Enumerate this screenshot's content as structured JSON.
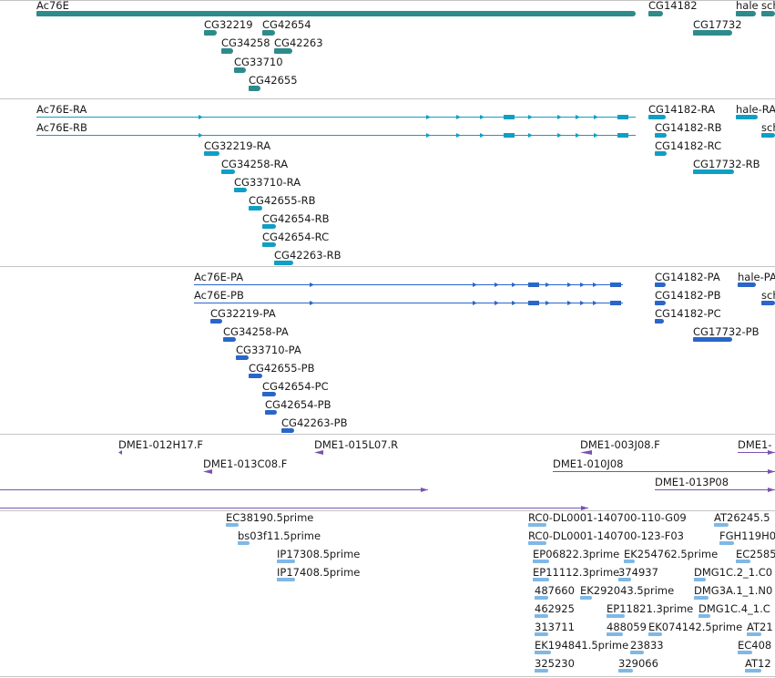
{
  "colors": {
    "gene": "#2e8b8b",
    "mrna": "#0f9fc4",
    "protein": "#2a66c9",
    "clone": "#7b52b0",
    "est": "#7fb8e6",
    "separator": "#c4c4c4",
    "text": "#1a1a1a"
  },
  "tracks": [
    {
      "id": "gene",
      "color": "#2e8b8b",
      "features": [
        {
          "label": "Ac76E",
          "start": 40,
          "end": 698,
          "kind": "bar"
        },
        {
          "label": "CG14182",
          "start": 712,
          "end": 728,
          "kind": "bar"
        },
        {
          "label": "hale",
          "start": 808,
          "end": 830,
          "kind": "bar"
        },
        {
          "label": "sch",
          "start": 836,
          "end": 851,
          "kind": "bar"
        },
        {
          "label": "CG32219",
          "start": 224,
          "end": 238,
          "kind": "bar"
        },
        {
          "label": "CG42654",
          "start": 288,
          "end": 302,
          "kind": "bar"
        },
        {
          "label": "CG17732",
          "start": 761,
          "end": 804,
          "kind": "bar"
        },
        {
          "label": "CG34258",
          "start": 243,
          "end": 256,
          "kind": "bar"
        },
        {
          "label": "CG42263",
          "start": 301,
          "end": 321,
          "kind": "bar"
        },
        {
          "label": "CG33710",
          "start": 257,
          "end": 270,
          "kind": "bar"
        },
        {
          "label": "CG42655",
          "start": 273,
          "end": 286,
          "kind": "bar"
        }
      ]
    },
    {
      "id": "mrna",
      "color": "#0f9fc4",
      "features": [
        {
          "label": "Ac76E-RA",
          "start": 40,
          "end": 698,
          "kind": "line"
        },
        {
          "label": "CG14182-RA",
          "start": 712,
          "end": 731,
          "kind": "bar"
        },
        {
          "label": "hale-RA",
          "start": 808,
          "end": 832,
          "kind": "bar"
        },
        {
          "label": "Ac76E-RB",
          "start": 40,
          "end": 698,
          "kind": "line"
        },
        {
          "label": "CG14182-RB",
          "start": 719,
          "end": 732,
          "kind": "bar"
        },
        {
          "label": "sch",
          "start": 836,
          "end": 851,
          "kind": "bar"
        },
        {
          "label": "CG32219-RA",
          "start": 224,
          "end": 241,
          "kind": "bar"
        },
        {
          "label": "CG14182-RC",
          "start": 719,
          "end": 732,
          "kind": "bar"
        },
        {
          "label": "CG34258-RA",
          "start": 243,
          "end": 258,
          "kind": "bar"
        },
        {
          "label": "CG17732-RB",
          "start": 761,
          "end": 806,
          "kind": "bar"
        },
        {
          "label": "CG33710-RA",
          "start": 257,
          "end": 271,
          "kind": "bar"
        },
        {
          "label": "CG42655-RB",
          "start": 273,
          "end": 288,
          "kind": "bar"
        },
        {
          "label": "CG42654-RB",
          "start": 288,
          "end": 303,
          "kind": "bar"
        },
        {
          "label": "CG42654-RC",
          "start": 288,
          "end": 303,
          "kind": "bar"
        },
        {
          "label": "CG42263-RB",
          "start": 301,
          "end": 322,
          "kind": "bar"
        }
      ]
    },
    {
      "id": "protein",
      "color": "#2a66c9",
      "features": [
        {
          "label": "Ac76E-PA",
          "start": 213,
          "end": 684,
          "kind": "line"
        },
        {
          "label": "CG14182-PA",
          "start": 719,
          "end": 731,
          "kind": "bar"
        },
        {
          "label": "hale-PA",
          "start": 810,
          "end": 830,
          "kind": "bar"
        },
        {
          "label": "Ac76E-PB",
          "start": 213,
          "end": 684,
          "kind": "line"
        },
        {
          "label": "CG14182-PB",
          "start": 719,
          "end": 731,
          "kind": "bar"
        },
        {
          "label": "sch",
          "start": 836,
          "end": 851,
          "kind": "bar"
        },
        {
          "label": "CG32219-PA",
          "start": 231,
          "end": 244,
          "kind": "bar"
        },
        {
          "label": "CG14182-PC",
          "start": 719,
          "end": 729,
          "kind": "bar"
        },
        {
          "label": "CG34258-PA",
          "start": 245,
          "end": 259,
          "kind": "bar"
        },
        {
          "label": "CG17732-PB",
          "start": 761,
          "end": 804,
          "kind": "bar"
        },
        {
          "label": "CG33710-PA",
          "start": 259,
          "end": 273,
          "kind": "bar"
        },
        {
          "label": "CG42655-PB",
          "start": 273,
          "end": 288,
          "kind": "bar"
        },
        {
          "label": "CG42654-PC",
          "start": 288,
          "end": 303,
          "kind": "bar"
        },
        {
          "label": "CG42654-PB",
          "start": 291,
          "end": 304,
          "kind": "bar"
        },
        {
          "label": "CG42263-PB",
          "start": 309,
          "end": 323,
          "kind": "bar"
        }
      ]
    },
    {
      "id": "clone",
      "color": "#7b52b0",
      "features": [
        {
          "label": "DME1-012H17.F",
          "start": 130,
          "end": 134,
          "kind": "dot"
        },
        {
          "label": "DME1-015L07.R",
          "start": 345,
          "end": 355,
          "kind": "dot"
        },
        {
          "label": "DME1-003J08.F",
          "start": 637,
          "end": 650,
          "kind": "dot"
        },
        {
          "label": "DME1-",
          "start": 810,
          "end": 851,
          "kind": "line"
        },
        {
          "label": "DME1-013C08.F",
          "start": 223,
          "end": 233,
          "kind": "dot"
        },
        {
          "label": "DME1-010J08",
          "start": 607,
          "end": 851,
          "kind": "line"
        },
        {
          "label": "DME1-013P08",
          "start": 719,
          "end": 851,
          "kind": "line"
        },
        {
          "label": "",
          "start": 0,
          "end": 470,
          "kind": "line"
        },
        {
          "label": "",
          "start": 0,
          "end": 646,
          "kind": "line"
        }
      ]
    },
    {
      "id": "est",
      "color": "#7fb8e6",
      "features": [
        {
          "label": "EC38190.5prime",
          "start": 248,
          "end": 262,
          "kind": "bar"
        },
        {
          "label": "RC0-DL0001-140700-110-G09",
          "start": 580,
          "end": 600,
          "kind": "bar"
        },
        {
          "label": "AT26245.5",
          "start": 784,
          "end": 800,
          "kind": "bar"
        },
        {
          "label": "bs03f11.5prime",
          "start": 261,
          "end": 274,
          "kind": "bar"
        },
        {
          "label": "RC0-DL0001-140700-123-F03",
          "start": 580,
          "end": 600,
          "kind": "bar"
        },
        {
          "label": "FGH119H0",
          "start": 790,
          "end": 806,
          "kind": "bar"
        },
        {
          "label": "IP17308.5prime",
          "start": 304,
          "end": 324,
          "kind": "bar"
        },
        {
          "label": "EP06822.3prime",
          "start": 585,
          "end": 603,
          "kind": "bar"
        },
        {
          "label": "EK254762.5prime",
          "start": 685,
          "end": 697,
          "kind": "bar"
        },
        {
          "label": "EC2585",
          "start": 808,
          "end": 824,
          "kind": "bar"
        },
        {
          "label": "IP17408.5prime",
          "start": 304,
          "end": 324,
          "kind": "bar"
        },
        {
          "label": "EP11112.3prime",
          "start": 585,
          "end": 603,
          "kind": "bar"
        },
        {
          "label": "374937",
          "start": 679,
          "end": 693,
          "kind": "bar"
        },
        {
          "label": "DMG1C.2_1.C0",
          "start": 762,
          "end": 775,
          "kind": "bar"
        },
        {
          "label": "487660",
          "start": 587,
          "end": 602,
          "kind": "bar"
        },
        {
          "label": "EK292043.5prime",
          "start": 637,
          "end": 650,
          "kind": "bar"
        },
        {
          "label": "DMG3A.1_1.N0",
          "start": 762,
          "end": 778,
          "kind": "bar"
        },
        {
          "label": "462925",
          "start": 587,
          "end": 602,
          "kind": "bar"
        },
        {
          "label": "EP11821.3prime",
          "start": 666,
          "end": 686,
          "kind": "bar"
        },
        {
          "label": "DMG1C.4_1.C",
          "start": 767,
          "end": 780,
          "kind": "bar"
        },
        {
          "label": "313711",
          "start": 587,
          "end": 602,
          "kind": "bar"
        },
        {
          "label": "488059",
          "start": 666,
          "end": 684,
          "kind": "bar"
        },
        {
          "label": "EK074142.5prime",
          "start": 712,
          "end": 727,
          "kind": "bar"
        },
        {
          "label": "AT21",
          "start": 820,
          "end": 836,
          "kind": "bar"
        },
        {
          "label": "EK194841.5prime",
          "start": 587,
          "end": 605,
          "kind": "bar"
        },
        {
          "label": "23833",
          "start": 692,
          "end": 707,
          "kind": "bar"
        },
        {
          "label": "EC408",
          "start": 810,
          "end": 826,
          "kind": "bar"
        },
        {
          "label": "325230",
          "start": 587,
          "end": 602,
          "kind": "bar"
        },
        {
          "label": "329066",
          "start": 679,
          "end": 695,
          "kind": "bar"
        },
        {
          "label": "AT12",
          "start": 818,
          "end": 836,
          "kind": "bar"
        }
      ]
    }
  ]
}
